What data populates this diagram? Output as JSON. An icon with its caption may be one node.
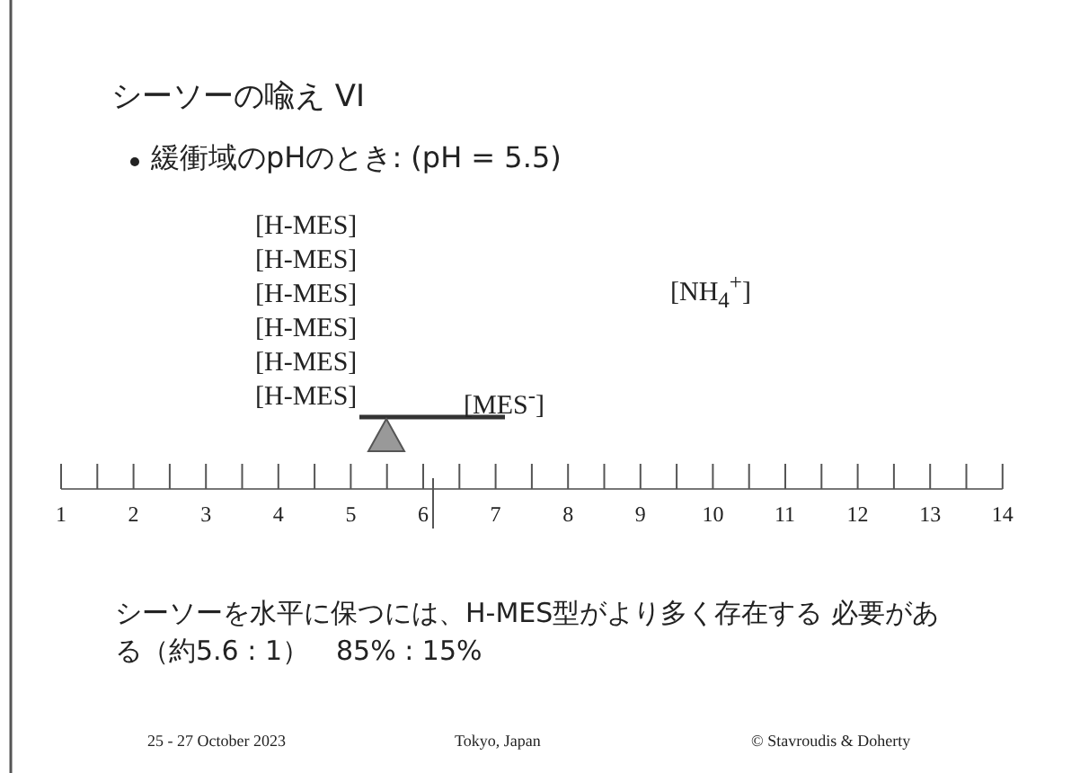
{
  "diagram": {
    "title": "シーソーの喩え VI",
    "labels": [
      "緩衝域のpHのとき: (pH = 5.5)",
      "[H-MES]",
      "[H-MES]",
      "[H-MES]",
      "[H-MES]",
      "[H-MES]",
      "[H-MES]",
      "[NH$_{4}$$^{+}$]",
      "[MES$^{-}$]",
      "1",
      "2",
      "3",
      "4",
      "5",
      "6",
      "7",
      "8",
      "9",
      "10",
      "11",
      "12",
      "13",
      "14",
      "シーソーを水平に保つには、H-MES型がより多く存在する 必要がある（約5.6 : 1）　85% : 15%",
      "25 - 27 October 2023",
      "Tokyo, Japan",
      "© Stavroudis & Doherty"
    ]
  }
}
